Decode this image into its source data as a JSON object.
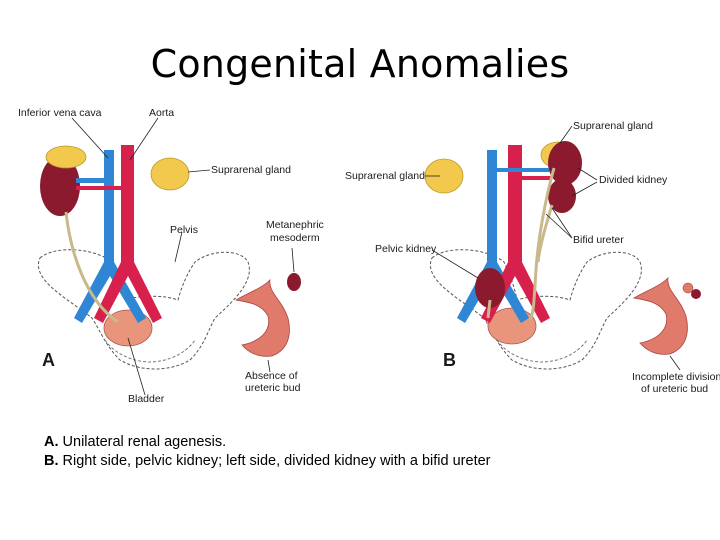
{
  "slide": {
    "title": "Congenital Anomalies"
  },
  "figure": {
    "panel_a": {
      "letter": "A",
      "labels": {
        "ivc": "Inferior vena cava",
        "aorta": "Aorta",
        "suprarenal": "Suprarenal gland",
        "pelvis": "Pelvis",
        "metanephric_1": "Metanephric",
        "metanephric_2": "mesoderm",
        "absence_1": "Absence of",
        "absence_2": "ureteric bud",
        "bladder": "Bladder"
      }
    },
    "panel_b": {
      "letter": "B",
      "labels": {
        "suprarenal_left": "Suprarenal gland",
        "suprarenal_right": "Suprarenal gland",
        "divided_kidney": "Divided kidney",
        "bifid_ureter": "Bifid ureter",
        "pelvic_kidney": "Pelvic kidney",
        "incomplete_1": "Incomplete division",
        "incomplete_2": "of ureteric bud"
      }
    }
  },
  "caption": {
    "line1_prefix": "A.",
    "line1_text": " Unilateral renal agenesis.",
    "line2_prefix": "B.",
    "line2_text": " Right side, pelvic kidney; left side, divided kidney with a bifid ureter"
  },
  "colors": {
    "vein": "#2f86d4",
    "artery": "#d8204c",
    "kidney": "#8b1a2e",
    "suprarenal": "#f2c94c",
    "bladder": "#e8957c",
    "ureteric_bud": "#e07a6a"
  }
}
